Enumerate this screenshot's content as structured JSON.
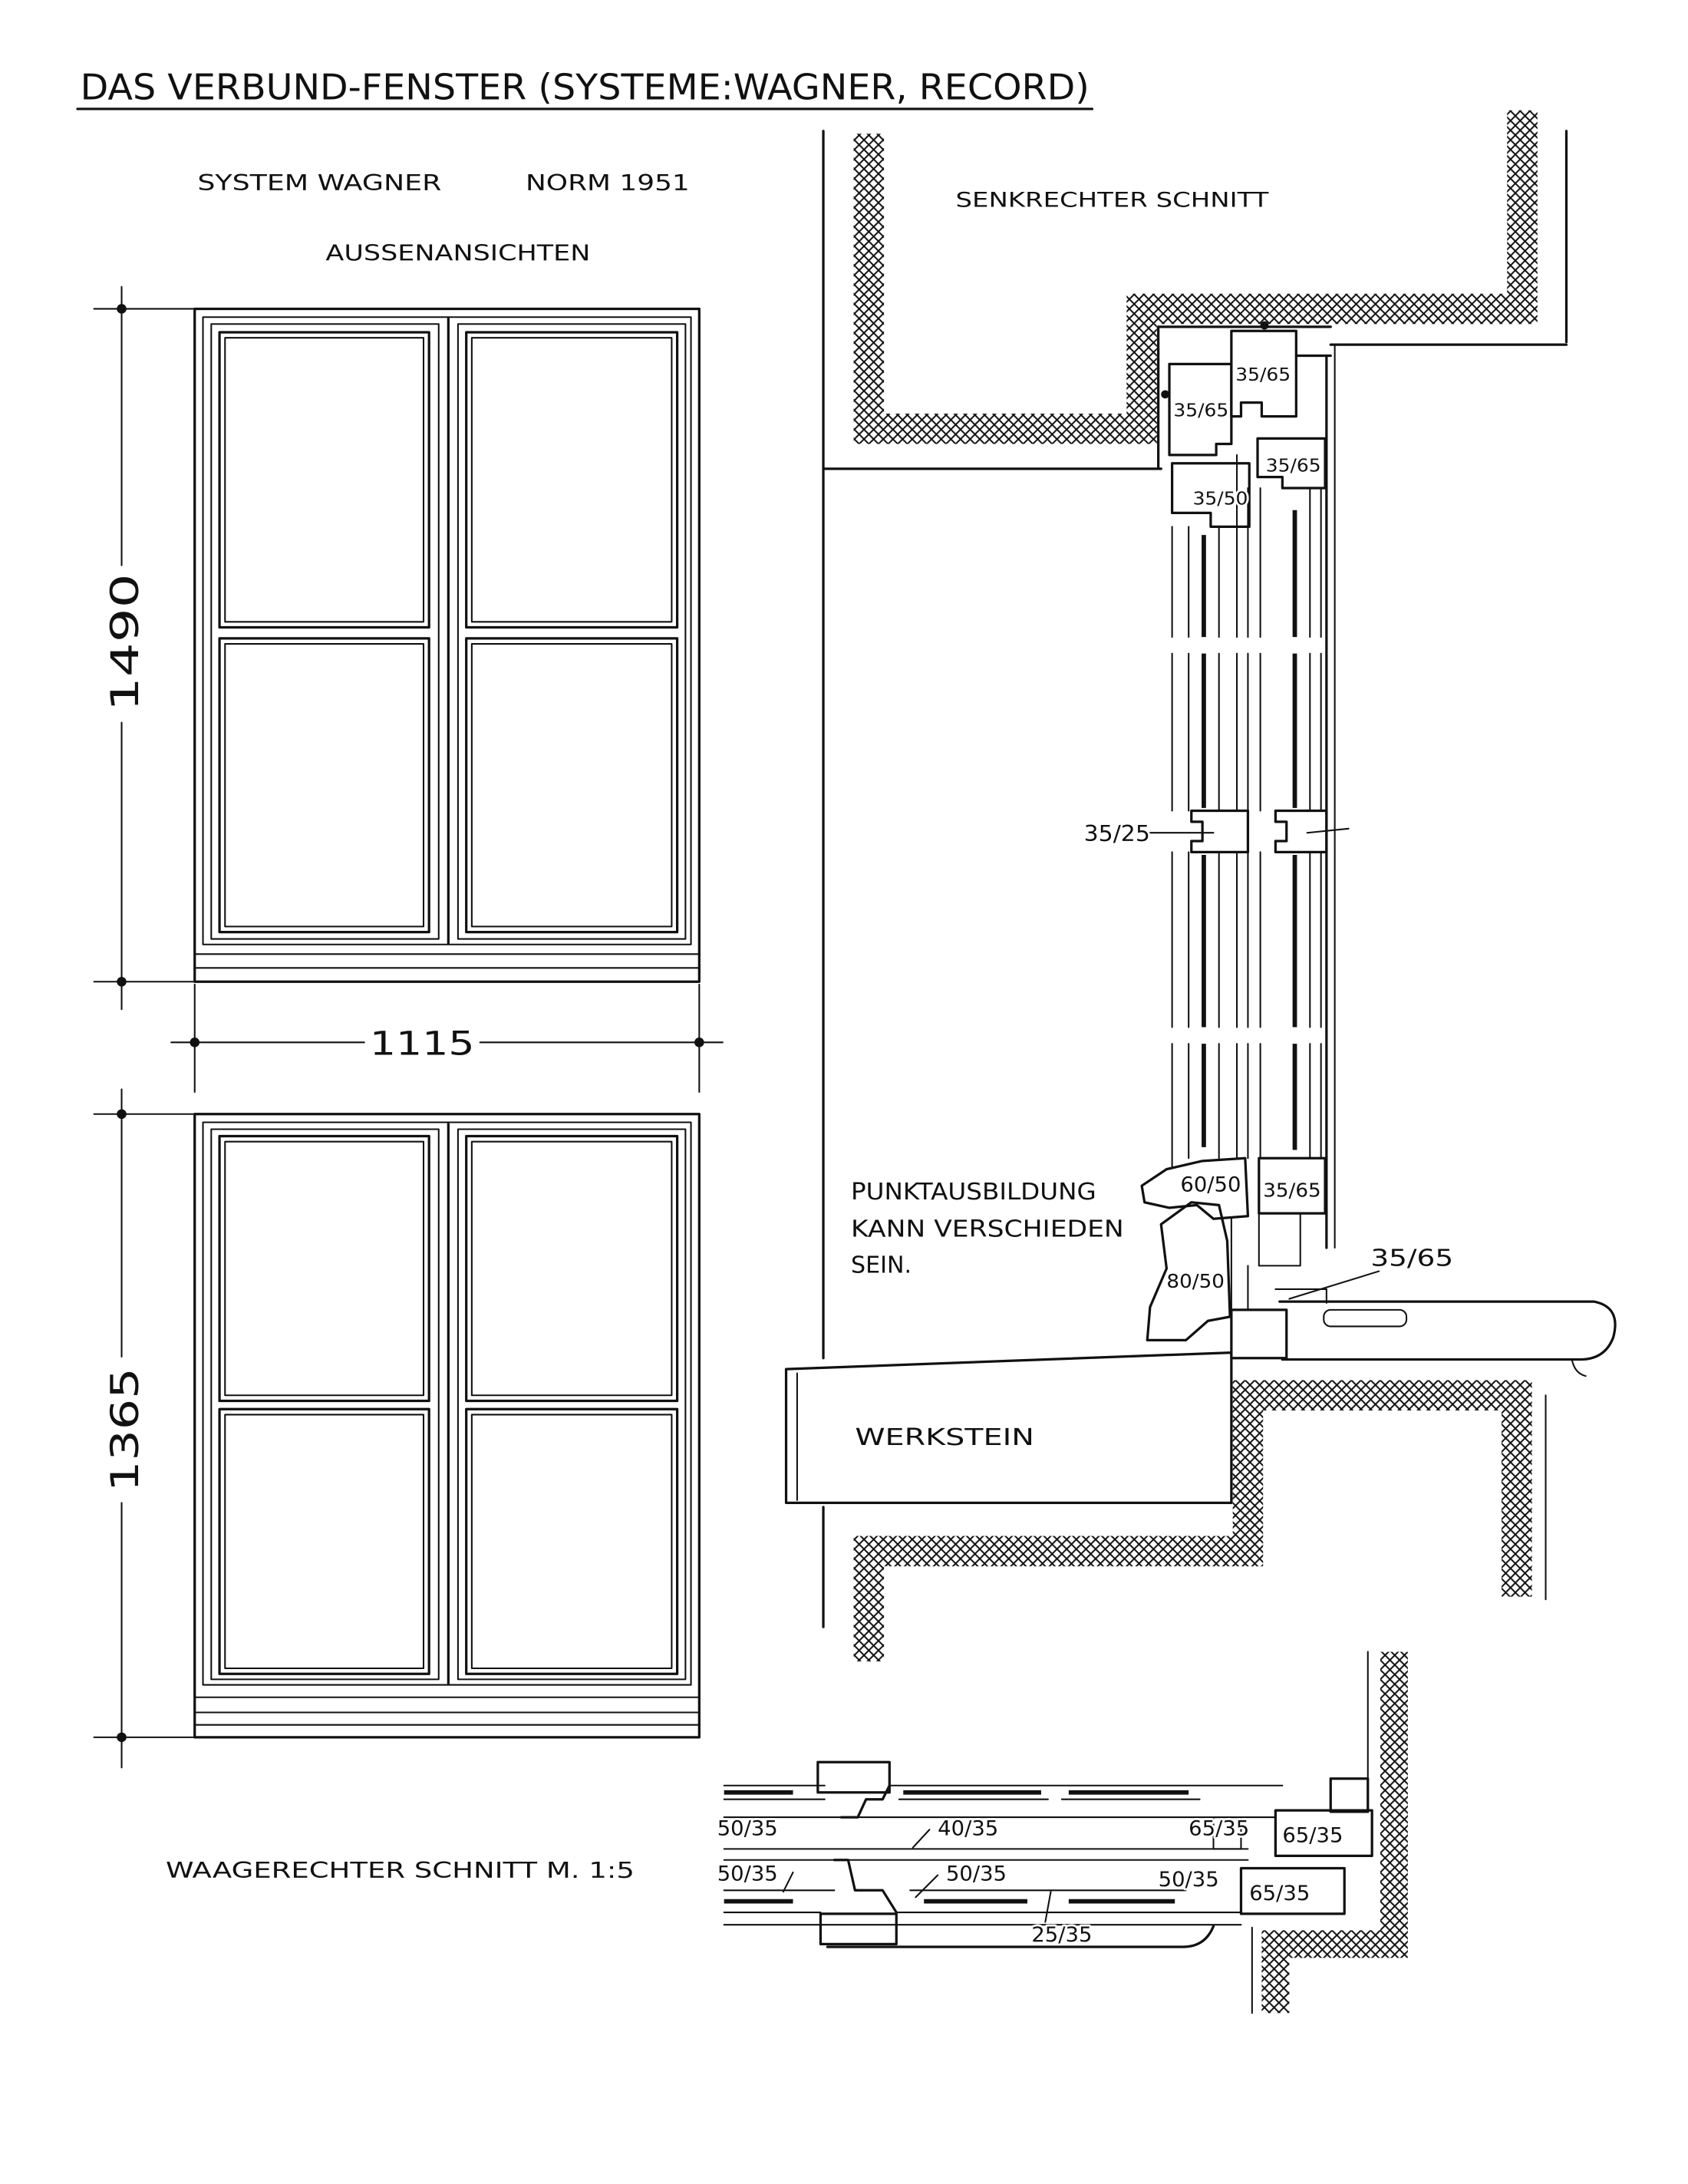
{
  "title": "DAS VERBUND-FENSTER (SYSTEME:WAGNER, RECORD)",
  "elevation": {
    "system": "SYSTEM WAGNER",
    "norm": "NORM 1951",
    "heading": "AUSSENANSICHTEN",
    "dimensions": {
      "upper_height": "1490",
      "width": "1115",
      "lower_height": "1365"
    }
  },
  "vertical_section": {
    "heading": "SENKRECHTER SCHNITT",
    "profile_labels": [
      "35/65",
      "35/65",
      "35/65",
      "35/50",
      "35/25",
      "60/50",
      "35/65",
      "80/50",
      "35/65"
    ],
    "note": [
      "PUNKTAUSBILDUNG",
      "KANN VERSCHIEDEN",
      "SEIN."
    ],
    "stone_label": "WERKSTEIN"
  },
  "horizontal_section": {
    "heading": "WAAGERECHTER SCHNITT M. 1:5",
    "profile_labels": [
      "50/35",
      "40/35",
      "65/35",
      "65/35",
      "50/35",
      "50/35",
      "50/35",
      "65/35",
      "25/35"
    ]
  }
}
